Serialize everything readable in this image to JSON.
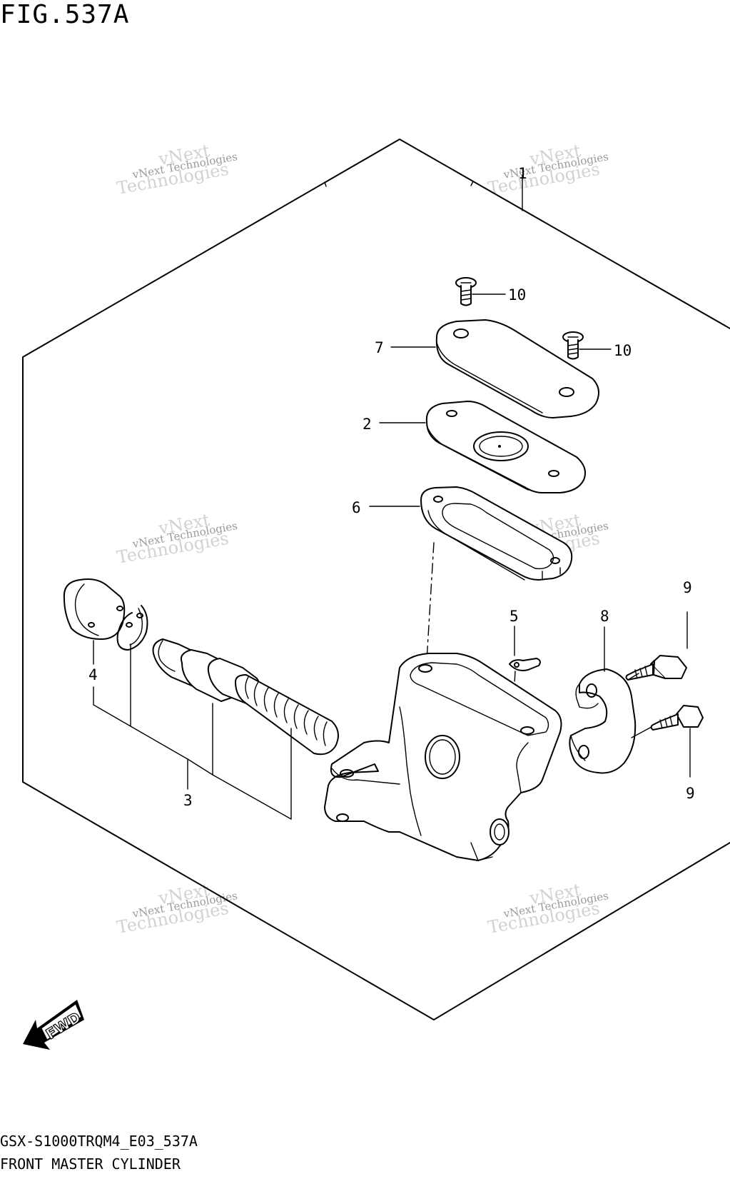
{
  "figure": {
    "title": "FIG.537A",
    "code": "GSX-S1000TRQM4_E03_537A",
    "name": "FRONT MASTER CYLINDER"
  },
  "callouts": [
    {
      "id": "c1",
      "label": "1"
    },
    {
      "id": "c2",
      "label": "2"
    },
    {
      "id": "c3",
      "label": "3"
    },
    {
      "id": "c4",
      "label": "4"
    },
    {
      "id": "c5",
      "label": "5"
    },
    {
      "id": "c6",
      "label": "6"
    },
    {
      "id": "c7",
      "label": "7"
    },
    {
      "id": "c8",
      "label": "8"
    },
    {
      "id": "c9a",
      "label": "9"
    },
    {
      "id": "c9b",
      "label": "9"
    },
    {
      "id": "c10a",
      "label": "10"
    },
    {
      "id": "c10b",
      "label": "10"
    }
  ],
  "watermark": {
    "line1": "vNext Technologies",
    "line2": "Technologies",
    "line3": "vNext"
  },
  "direction_badge": "FWD"
}
